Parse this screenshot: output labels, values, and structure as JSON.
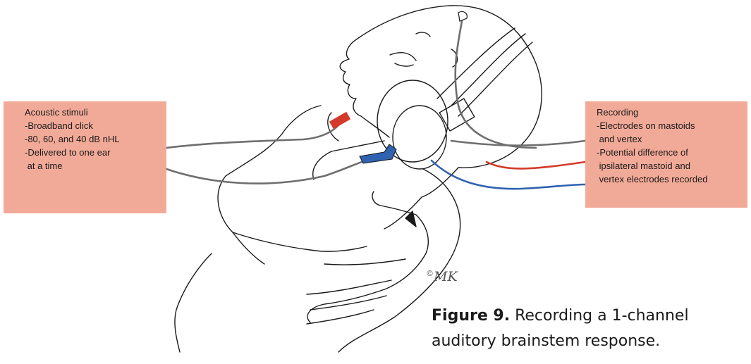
{
  "stimulus_box": {
    "title": "Acoustic stimuli",
    "lines": [
      "-Broadband click",
      "-80, 60, and 40 dB nHL",
      "-Delivered to one ear",
      " at a time"
    ]
  },
  "recording_box": {
    "title": "Recording",
    "lines": [
      "-Electrodes on mastoids",
      " and vertex",
      "-Potential difference of",
      " ipsilateral mastoid and",
      " vertex electrodes recorded"
    ]
  },
  "caption": {
    "label": "Figure 9.",
    "text_line1": " Recording a 1-channel",
    "text_line2": "auditory brainstem response."
  },
  "signature": {
    "symbol": "©",
    "initials": "MK"
  },
  "colors": {
    "box_fill": "#f2aa98",
    "red_lead": "#d43a2a",
    "blue_lead": "#2f62b0",
    "grey_lead": "#6e6e6e"
  }
}
